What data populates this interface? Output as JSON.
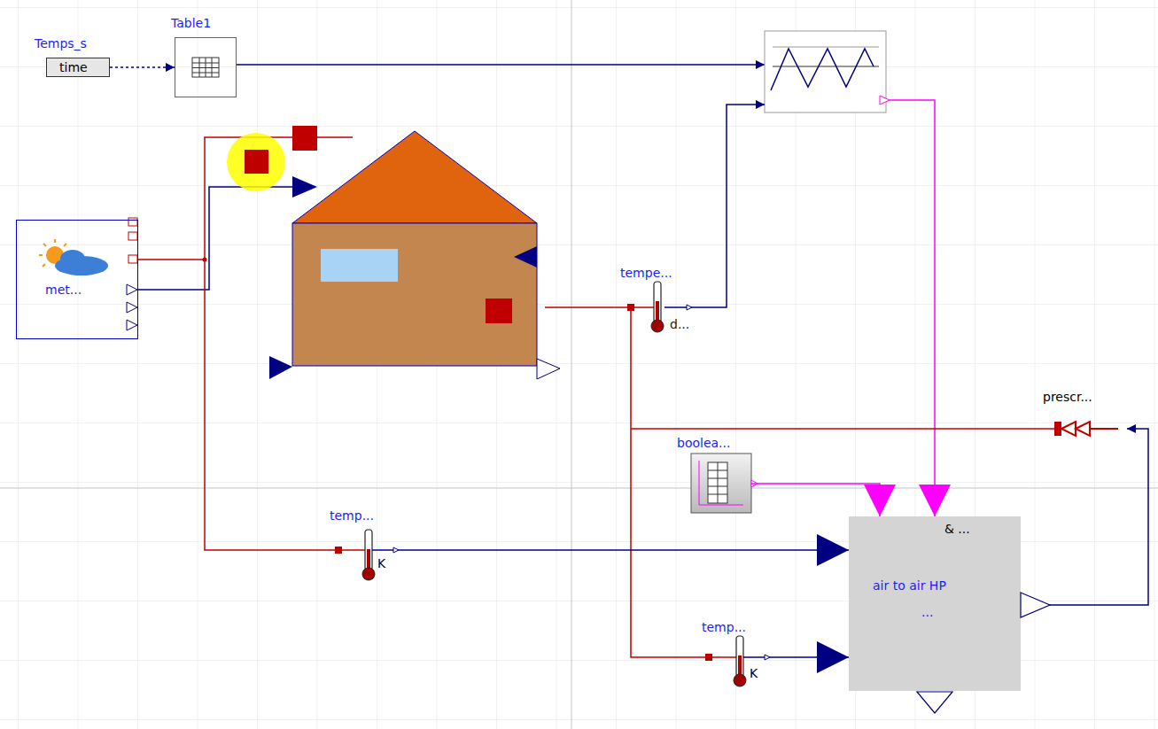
{
  "diagram": {
    "nodes": [
      {
        "text": [
          "Temps_s",
          "time"
        ]
      },
      {
        "text": [
          "Table1"
        ]
      },
      {
        "text": [
          "met..."
        ]
      },
      {
        "text": [
          "tempe...",
          "d..."
        ]
      },
      {
        "text": [
          "boolea..."
        ]
      },
      {
        "text": [
          "temp...",
          "K"
        ]
      },
      {
        "text": [
          "& ...",
          "air to air HP",
          "..."
        ]
      },
      {
        "text": [
          "temp...",
          "K"
        ]
      },
      {
        "text": [
          "prescr..."
        ]
      }
    ],
    "edges": [
      {
        "from": 0,
        "to": 1,
        "arrow": "to"
      },
      {
        "from": 4,
        "to": 6,
        "arrow": "to"
      },
      {
        "from": 5,
        "to": 6,
        "arrow": "to"
      },
      {
        "from": 7,
        "to": 6,
        "arrow": "to"
      },
      {
        "from": 6,
        "to": 8,
        "arrow": "to"
      },
      {
        "from": 2,
        "to": 5,
        "arrow": "none"
      }
    ]
  }
}
